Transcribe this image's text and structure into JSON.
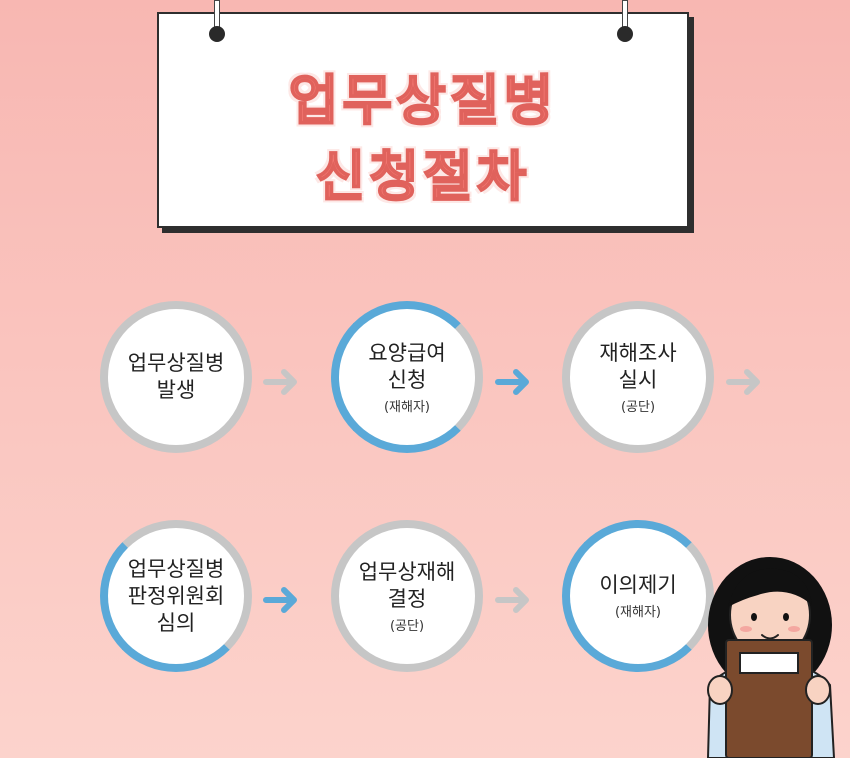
{
  "title": {
    "line1": "업무상질병",
    "line2": "신청절차"
  },
  "steps": [
    {
      "main": "업무상질병\n발생",
      "sub": ""
    },
    {
      "main": "요양급여\n신청",
      "sub": "(재해자)"
    },
    {
      "main": "재해조사\n실시",
      "sub": "(공단)"
    },
    {
      "main": "업무상질병\n판정위원회\n심의",
      "sub": ""
    },
    {
      "main": "업무상재해\n결정",
      "sub": "(공단)"
    },
    {
      "main": "이의제기",
      "sub": "(재해자)"
    }
  ],
  "colors": {
    "accent_blue": "#5aa9d8",
    "gray_ring": "#c6c6c6",
    "title_pink": "#f47a74",
    "background": "#f8b7b2"
  }
}
